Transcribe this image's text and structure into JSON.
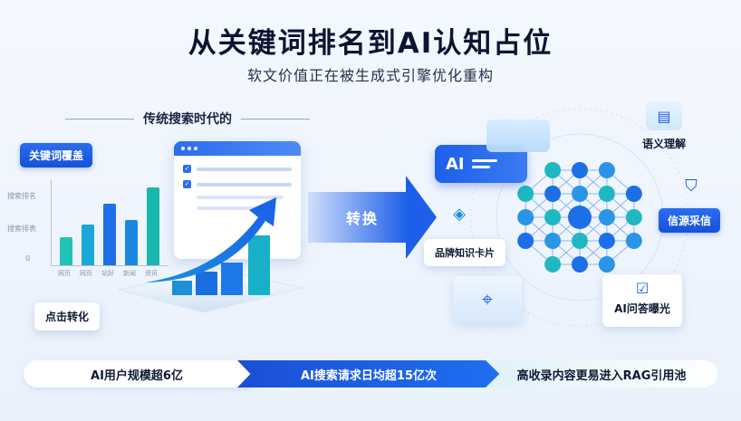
{
  "header": {
    "title": "从关键词排名到AI认知占位",
    "subtitle": "软文价值正在被生成式引擎优化重构"
  },
  "left": {
    "section_title": "传统搜索时代的",
    "tag_keywords": "关键词覆盖",
    "tag_click": "点击转化",
    "axis_labels": [
      "搜索排名",
      "搜索排表"
    ],
    "axis_zero": "0",
    "bar_labels": [
      "网页",
      "网页",
      "站好",
      "新闻",
      "资讯"
    ],
    "bars": [
      0.35,
      0.5,
      0.75,
      0.55,
      0.95
    ]
  },
  "arrow": {
    "label": "转换"
  },
  "right": {
    "ai_bubble": "AI",
    "labels": {
      "semantic": "语义理解",
      "trust": "信源采信",
      "brand": "品牌知识卡片",
      "qa": "AI问答曝光"
    }
  },
  "bottom": {
    "items": [
      "AI用户规模超6亿",
      "AI搜索请求日均超15亿次",
      "高收录内容更易进入RAG引用池"
    ]
  },
  "colors": {
    "accent": "#1d5fe8",
    "teal": "#18b8b0",
    "navy": "#0b1530"
  }
}
